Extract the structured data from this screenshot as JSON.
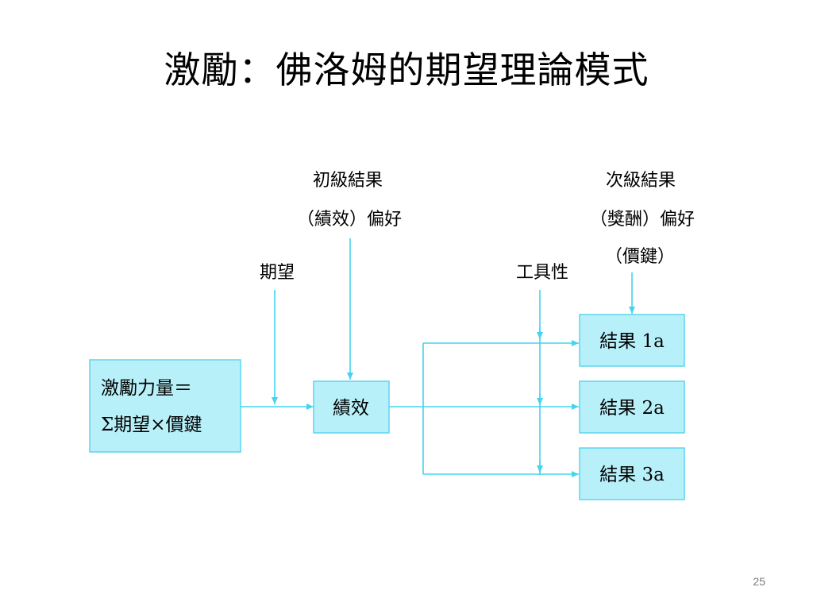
{
  "slide": {
    "title": "激勵：佛洛姆的期望理論模式",
    "page_number": "25"
  },
  "diagram": {
    "labels": {
      "expectancy": "期望",
      "instrumentality": "工具性",
      "primary_line1": "初級結果",
      "primary_line2": "（績效）偏好",
      "secondary_line1": "次級結果",
      "secondary_line2": "（獎酬）偏好",
      "secondary_line3": "（價鍵）"
    },
    "boxes": {
      "force_line1": "激勵力量＝",
      "force_line2": "Σ期望×價鍵",
      "performance": "績效",
      "outcome_1a": "結果 1a",
      "outcome_2a": "結果 2a",
      "outcome_3a": "結果 3a"
    },
    "colors": {
      "box_fill": "#b8f0fa",
      "line": "#44d4ee"
    }
  }
}
